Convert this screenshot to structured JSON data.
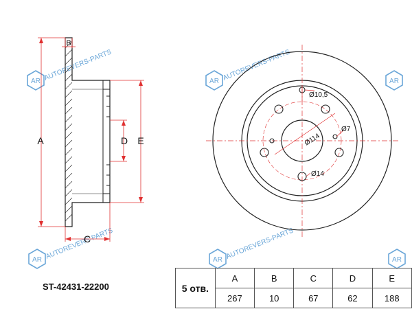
{
  "part_number": "ST-42431-22200",
  "watermark": {
    "logo_text": "AR",
    "text": "AUTOREVERS-PARTS"
  },
  "side_view": {
    "dim_labels": {
      "A": "A",
      "B": "B",
      "C": "C",
      "D": "D",
      "E": "E"
    }
  },
  "front_view": {
    "callouts": {
      "hole_small": "Ø10,5",
      "pcd": "Ø114",
      "pin": "Ø7",
      "center": "Ø14"
    }
  },
  "table": {
    "holes_label": "5 отв.",
    "headers": [
      "A",
      "B",
      "C",
      "D",
      "E"
    ],
    "values": [
      "267",
      "10",
      "67",
      "62",
      "188"
    ]
  },
  "colors": {
    "line": "#222222",
    "dim": "#e03030",
    "watermark": "#6aa6d8"
  }
}
